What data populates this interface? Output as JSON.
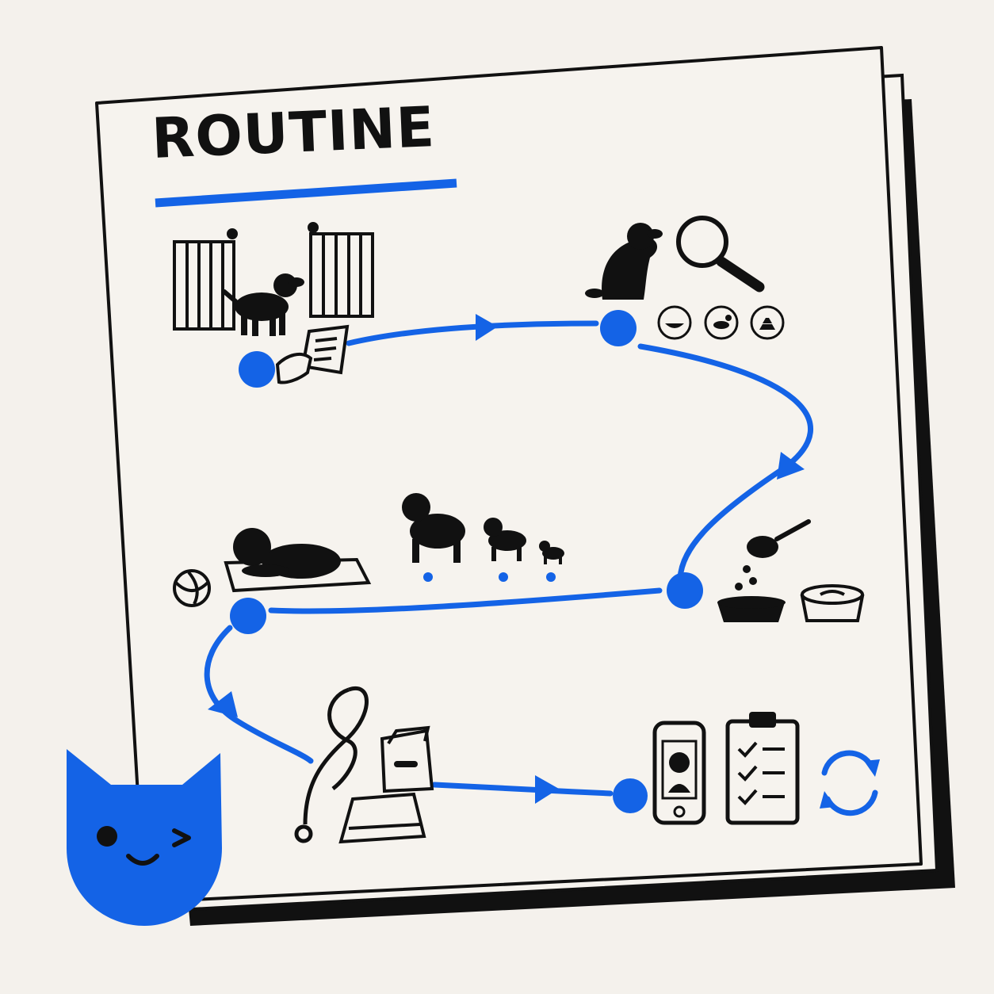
{
  "title": "ROUTINE",
  "colors": {
    "accent": "#1463e6",
    "ink": "#111111",
    "paper": "#f6f3ee",
    "background": "#f4f1ec"
  },
  "steps": [
    {
      "id": "arrival",
      "icons": [
        "playpen-gate-icon",
        "dog-icon",
        "handing-form-icon"
      ]
    },
    {
      "id": "observation",
      "icons": [
        "sitting-dog-icon",
        "magnifier-icon",
        "food-bowl-icon",
        "playing-dog-icon",
        "poop-icon"
      ]
    },
    {
      "id": "feeding",
      "icons": [
        "food-scoop-icon",
        "filled-bowl-icon",
        "water-bowl-icon"
      ]
    },
    {
      "id": "rest-and-play",
      "icons": [
        "ball-icon",
        "resting-dog-on-mat-icon",
        "large-dog-icon",
        "medium-dog-icon",
        "small-dog-icon"
      ]
    },
    {
      "id": "departure-prep",
      "icons": [
        "leash-icon",
        "food-bag-icon",
        "blanket-icon"
      ]
    },
    {
      "id": "report",
      "icons": [
        "phone-photo-icon",
        "clipboard-checklist-icon",
        "repeat-icon"
      ]
    }
  ],
  "mascot": {
    "icon": "winking-cat-mascot"
  }
}
